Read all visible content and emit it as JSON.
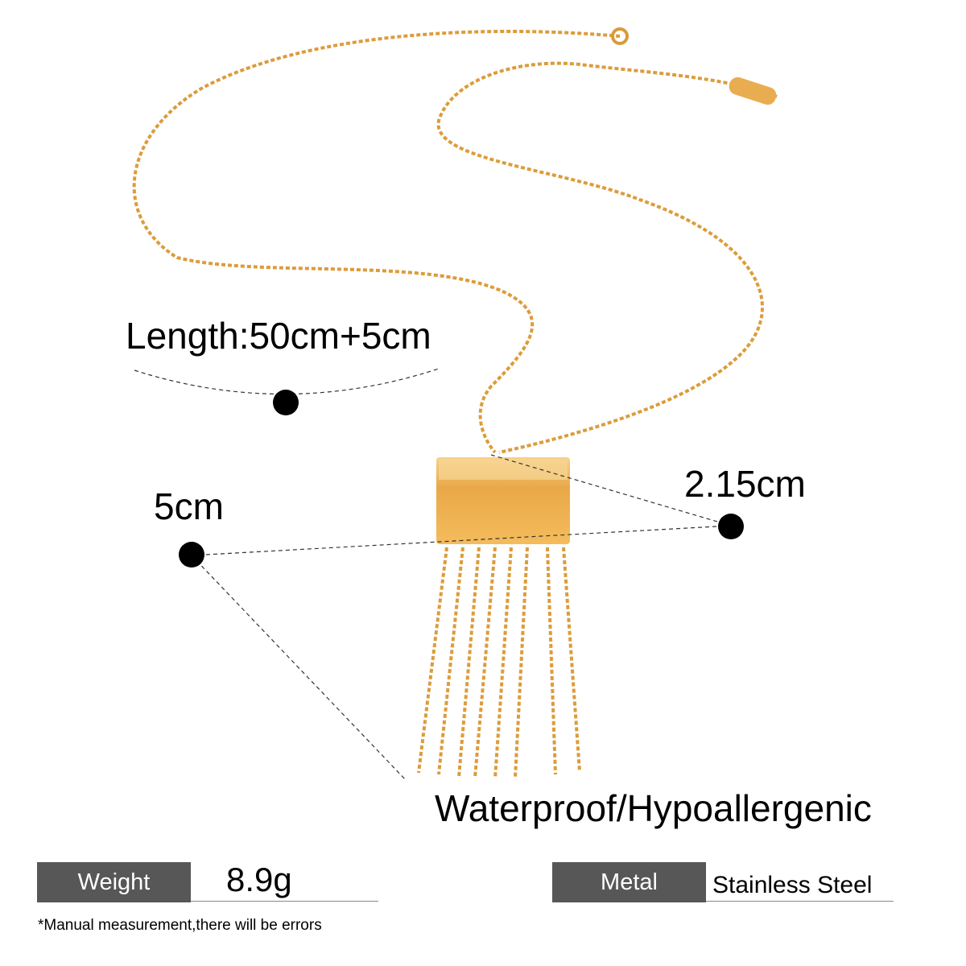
{
  "annotations": {
    "length": "Length:50cm+5cm",
    "pendant_width": "5cm",
    "pendant_height": "2.15cm",
    "feature": "Waterproof/Hypoallergenic"
  },
  "specs": {
    "weight_label": "Weight",
    "weight_value": "8.9g",
    "metal_label": "Metal",
    "metal_value": "Stainless Steel"
  },
  "note": "*Manual measurement,there will be errors",
  "colors": {
    "gold": "#e6a53a",
    "label_bg": "#575757"
  }
}
